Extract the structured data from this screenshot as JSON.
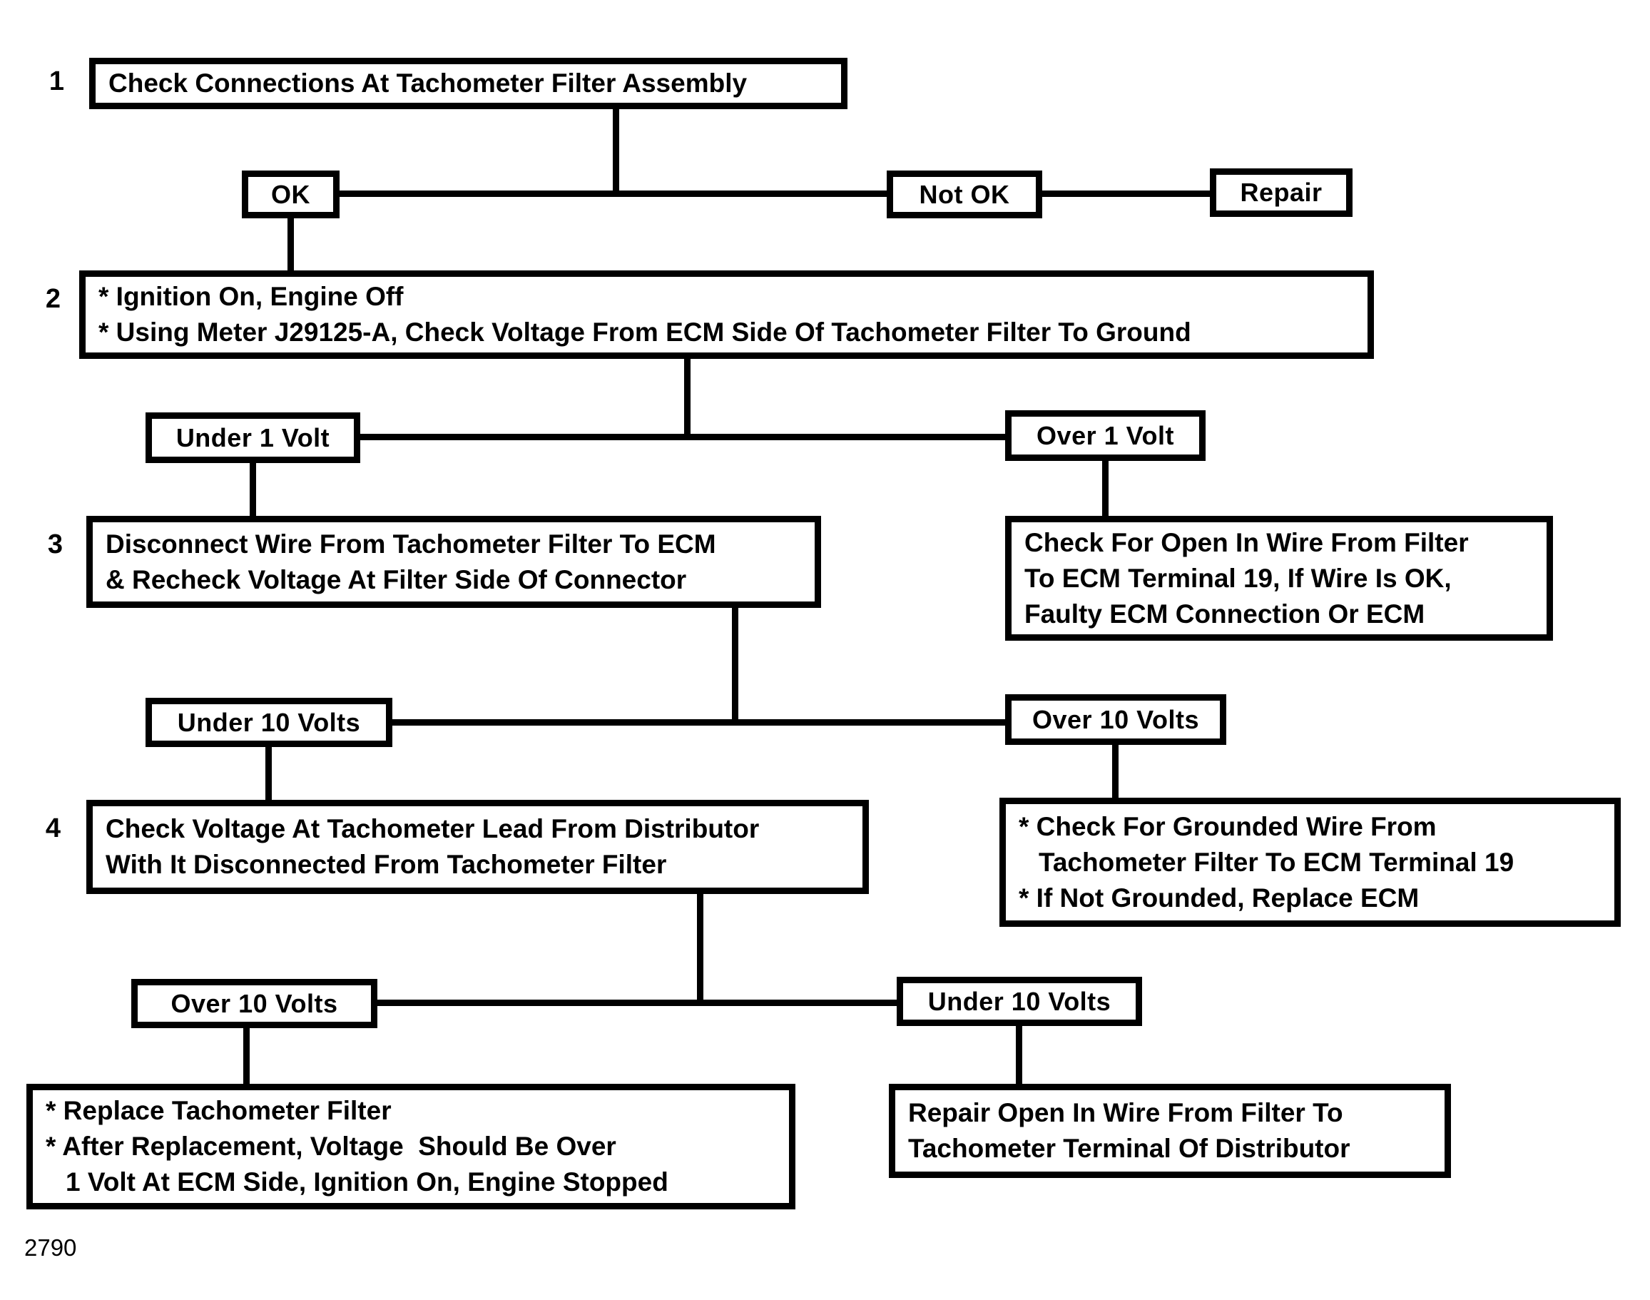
{
  "figure_number": "2790",
  "colors": {
    "foreground": "#000000",
    "background": "#ffffff"
  },
  "nodes": {
    "step1": {
      "number": "1",
      "text": "Check Connections At Tachometer Filter Assembly"
    },
    "ok": {
      "label": "OK"
    },
    "not_ok": {
      "label": "Not OK"
    },
    "repair": {
      "label": "Repair"
    },
    "step2": {
      "number": "2",
      "lines": [
        "* Ignition On, Engine Off",
        "* Using Meter J29125-A, Check Voltage From ECM Side Of Tachometer Filter To Ground"
      ]
    },
    "under_1_volt": {
      "label": "Under 1 Volt"
    },
    "over_1_volt": {
      "label": "Over 1 Volt"
    },
    "step3": {
      "number": "3",
      "lines": [
        "Disconnect Wire From Tachometer Filter To ECM",
        "& Recheck Voltage At Filter Side Of Connector"
      ]
    },
    "open_wire_check": {
      "lines": [
        "Check For Open In Wire From Filter",
        "To ECM Terminal 19, If Wire Is OK,",
        "Faulty ECM Connection Or ECM"
      ]
    },
    "under_10_volts": {
      "label": "Under 10 Volts"
    },
    "over_10_volts": {
      "label": "Over 10 Volts"
    },
    "step4": {
      "number": "4",
      "lines": [
        "Check Voltage At Tachometer Lead From Distributor",
        "With It Disconnected From Tachometer Filter"
      ]
    },
    "grounded_wire_check": {
      "lines": [
        "* Check For Grounded Wire From",
        "Tachometer Filter To ECM Terminal 19",
        "* If Not Grounded, Replace ECM"
      ]
    },
    "over_10_volts_2": {
      "label": "Over 10 Volts"
    },
    "under_10_volts_2": {
      "label": "Under 10 Volts"
    },
    "replace_filter": {
      "lines": [
        "* Replace Tachometer Filter",
        "* After Replacement, Voltage  Should Be Over",
        "1 Volt At ECM Side, Ignition On, Engine Stopped"
      ]
    },
    "repair_open_wire": {
      "lines": [
        "Repair Open In Wire From Filter To",
        "Tachometer Terminal Of Distributor"
      ]
    }
  }
}
